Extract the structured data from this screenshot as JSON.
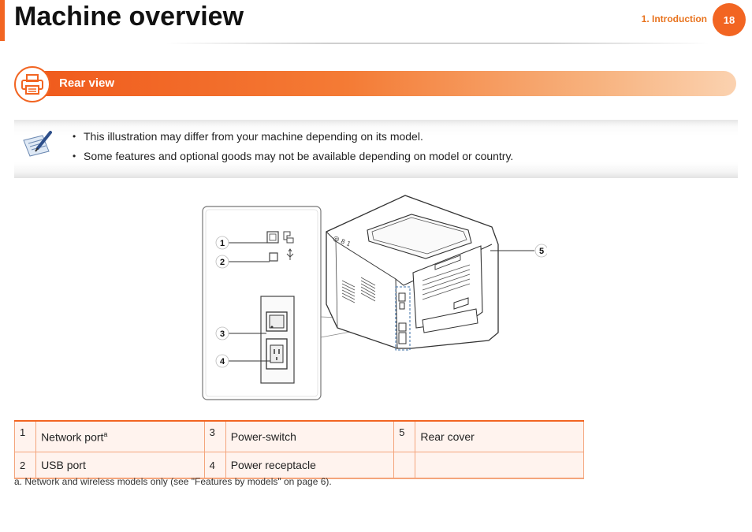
{
  "header": {
    "title": "Machine overview",
    "chapter": "1.  Introduction",
    "page_number": "18"
  },
  "section": {
    "title": "Rear view",
    "icon": "printer-icon"
  },
  "note": {
    "icon": "note-pencil-icon",
    "items": [
      "This illustration may differ from your machine depending on its model.",
      "Some features and optional goods may not be available depending on model or country."
    ]
  },
  "illustration": {
    "callouts": [
      "1",
      "2",
      "3",
      "4",
      "5"
    ]
  },
  "legend": {
    "rows": [
      [
        {
          "num": "1",
          "label": "Network port",
          "sup": "a"
        },
        {
          "num": "3",
          "label": "Power-switch"
        },
        {
          "num": "5",
          "label": "Rear cover"
        }
      ],
      [
        {
          "num": "2",
          "label": "USB port"
        },
        {
          "num": "4",
          "label": "Power receptacle"
        },
        {
          "num": "",
          "label": ""
        }
      ]
    ]
  },
  "footnote": "a. Network and wireless models only (see \"Features by models\" on page 6).",
  "colors": {
    "accent": "#f26522",
    "table_border": "#f4a57c",
    "table_bg": "#fff3ee"
  }
}
